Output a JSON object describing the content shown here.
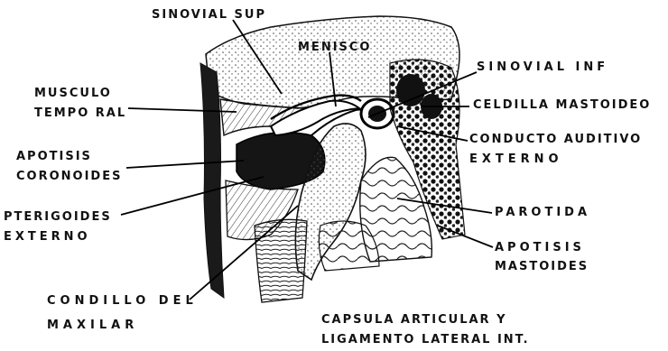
{
  "labels": {
    "sinovial_sup": "SINOVIAL SUP",
    "menisco": "MENISCO",
    "sinovial_inf": "SINOVIAL INF",
    "musculo_temporal_1": "MUSCULO",
    "musculo_temporal_2": "TEMPO RAL",
    "celdilla_mastoideo": "CELDILLA MASTOIDEO",
    "apotisis_coronoides_1": "APOTISIS",
    "apotisis_coronoides_2": "CORONOIDES",
    "conducto_auditivo_1": "CONDUCTO AUDITIVO",
    "conducto_auditivo_2": "EXTERNO",
    "pterigoides_externo_1": "PTERIGOIDES",
    "pterigoides_externo_2": "EXTERNO",
    "parotida": "PAROTIDA",
    "apotisis_mastoides_1": "APOTISIS",
    "apotisis_mastoides_2": "MASTOIDES",
    "condillo_maxilar_1": "CONDILLO DEL",
    "condillo_maxilar_2": "MAXILAR",
    "capsula_1": "CAPSULA ARTICULAR Y",
    "capsula_2": "LIGAMENTO LATERAL INT."
  }
}
